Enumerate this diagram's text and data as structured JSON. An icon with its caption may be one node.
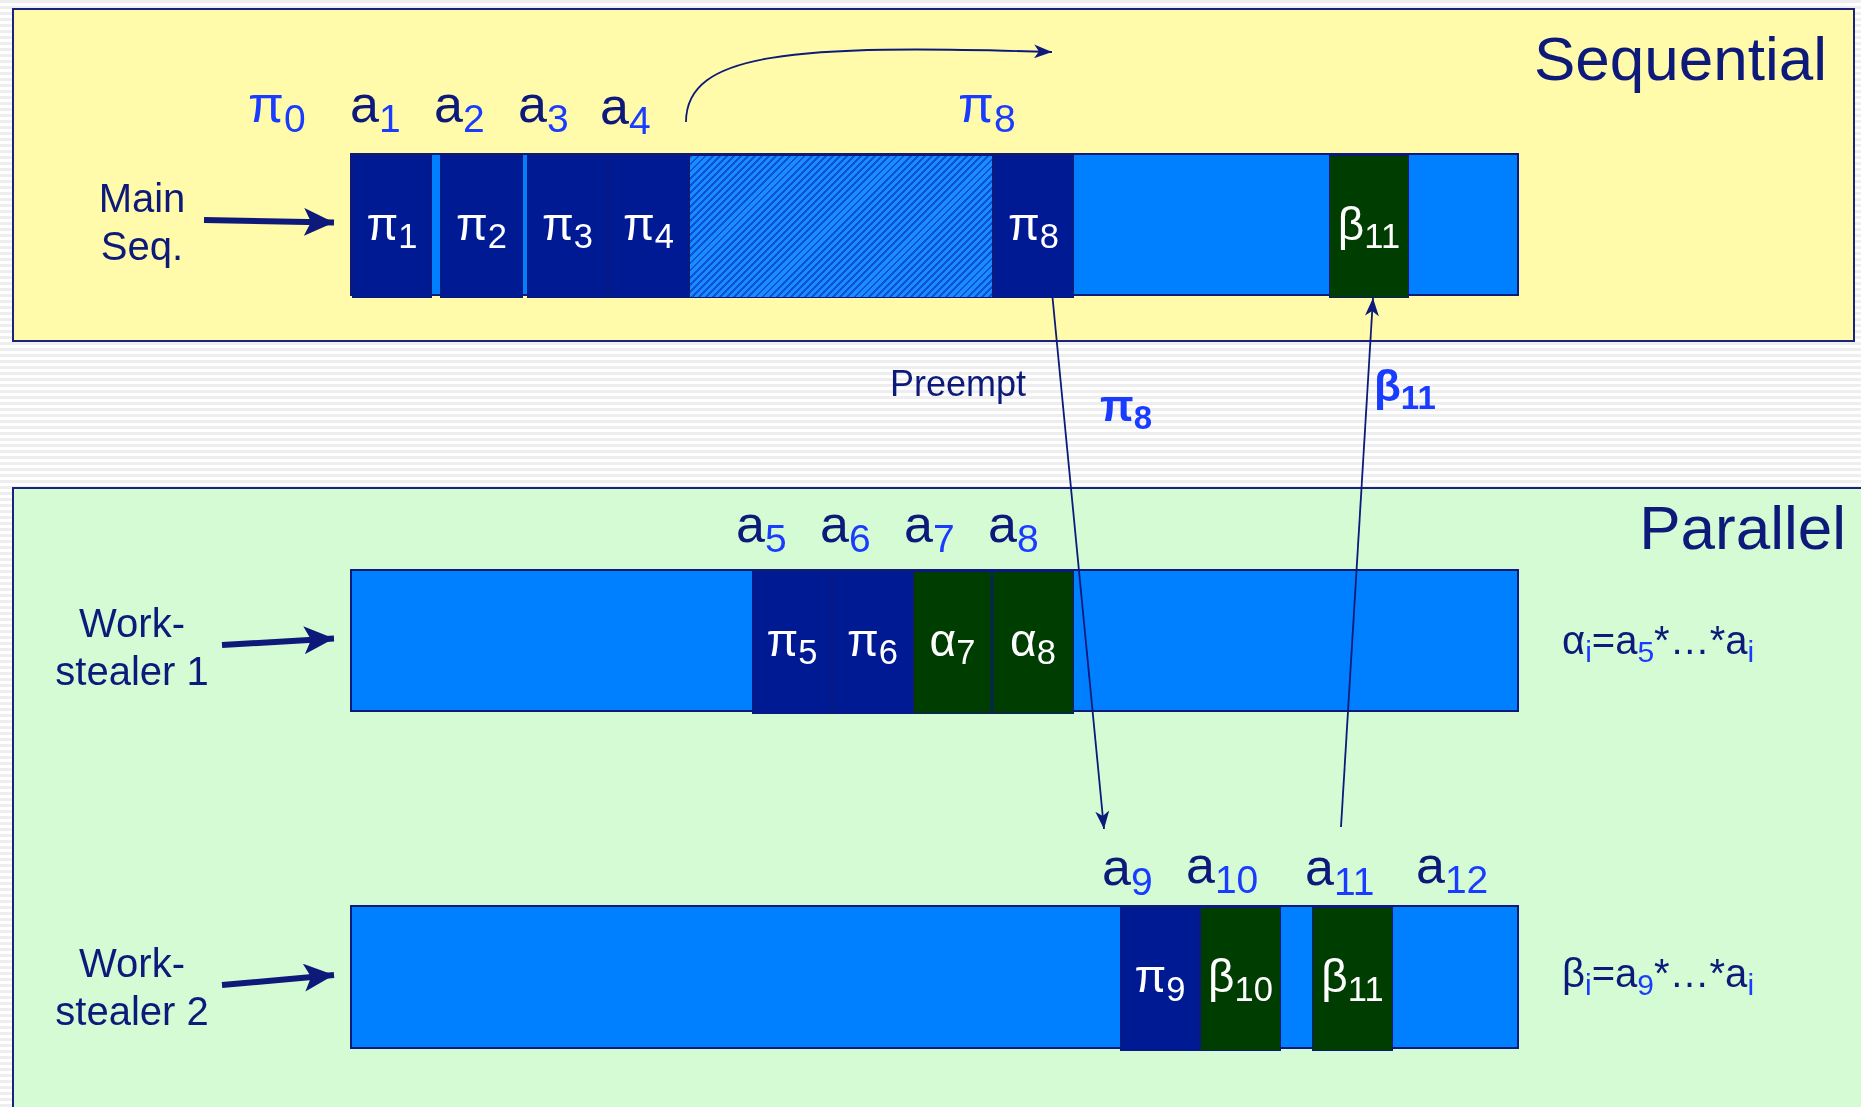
{
  "diagram": {
    "nodes": [
      {
        "text": [
          "Sequential"
        ]
      },
      {
        "text": [
          "a$_{4}$"
        ],
        "in": 0
      },
      {
        "text": [
          "Main Seq."
        ],
        "in": 0
      },
      {
        "text": [],
        "shape": "bar",
        "in": 0
      },
      {
        "text": [
          "π$_{1}$"
        ],
        "in": 3
      },
      {
        "text": [
          "π$_{2}$"
        ],
        "in": 3
      },
      {
        "text": [
          "π$_{3}$"
        ],
        "in": 3
      },
      {
        "text": [
          "π$_{4}$"
        ],
        "in": 3
      },
      {
        "text": [],
        "shape": "box",
        "in": 3
      },
      {
        "text": [
          "π$_{8}$"
        ],
        "in": 3
      },
      {
        "text": [
          "β$_{11}$"
        ],
        "in": 3
      },
      {
        "text": [
          "Parallel"
        ]
      },
      {
        "text": [
          "Work- stealer 1"
        ],
        "in": 11
      },
      {
        "text": [],
        "shape": "bar",
        "in": 11
      },
      {
        "text": [
          "π$_{5}$"
        ],
        "in": 13
      },
      {
        "text": [
          "π$_{6}$"
        ],
        "in": 13
      },
      {
        "text": [
          "α$_{7}$"
        ],
        "in": 13
      },
      {
        "text": [
          "α$_{8}$"
        ],
        "in": 13
      },
      {
        "text": [
          "a$_{9}$"
        ],
        "in": 11
      },
      {
        "text": [
          "a$_{11}$"
        ],
        "in": 11
      },
      {
        "text": [
          "Work- stealer 2"
        ],
        "in": 11
      },
      {
        "text": [],
        "shape": "bar",
        "in": 11
      },
      {
        "text": [
          "π$_{9}$"
        ],
        "in": 21
      },
      {
        "text": [
          "β$_{10}$"
        ],
        "in": 21
      },
      {
        "text": [
          "β$_{11}$"
        ],
        "in": 21
      }
    ],
    "edges": [
      {
        "from": 2,
        "to": 3,
        "arrow": "to",
        "style": "thick"
      },
      {
        "from": 1,
        "to": null,
        "arrow": "to"
      },
      {
        "from": 9,
        "to": 18,
        "arrow": "to",
        "label": "π$_{8}$"
      },
      {
        "from": 19,
        "to": 10,
        "arrow": "to",
        "label": "β$_{11}$"
      },
      {
        "from": 12,
        "to": 13,
        "arrow": "to",
        "style": "thick"
      },
      {
        "from": 20,
        "to": 21,
        "arrow": "to",
        "style": "thick"
      }
    ],
    "labels": [
      "π$_{0}$",
      "a$_{1}$",
      "a$_{2}$",
      "a$_{3}$",
      "π$_{8}$",
      "Preempt",
      "a$_{5}$",
      "a$_{6}$",
      "a$_{7}$",
      "a$_{8}$",
      "α$_{i}$=a$_{5}$*…*a$_{i}$",
      "a$_{10}$",
      "a$_{12}$",
      "β$_{i}$=a$_{9}$*…*a$_{i}$"
    ]
  }
}
